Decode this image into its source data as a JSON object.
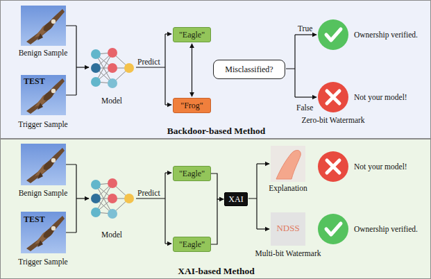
{
  "diagram": {
    "nodes": [
      {
        "text": [
          "Backdoor-based Method"
        ]
      },
      {
        "text": [
          "\"Eagle\""
        ],
        "in": 0
      },
      {
        "text": [
          "\"Frog\""
        ],
        "in": 0
      },
      {
        "text": [
          "Misclassified?"
        ],
        "in": 0
      },
      {
        "text": [
          "XAI-based Method"
        ]
      },
      {
        "text": [
          "\"Eagle\""
        ],
        "in": 4
      },
      {
        "text": [
          "\"Eagle\""
        ],
        "in": 4
      },
      {
        "text": [
          "XAI"
        ],
        "in": 4
      }
    ],
    "edges": [
      {
        "from": 1,
        "to": 2,
        "arrow": "both"
      },
      {
        "from": 5,
        "to": 7,
        "arrow": "to"
      },
      {
        "from": 6,
        "to": 7,
        "arrow": "to"
      }
    ],
    "labels": [
      "Benign Sample",
      "Trigger Sample",
      "TEST",
      "Model",
      "Predict",
      "True",
      "False",
      "Ownership verified.",
      "Not your model!",
      "Zero-bit Watermark",
      "Benign Sample",
      "Trigger Sample",
      "TEST",
      "Model",
      "Predict",
      "Explanation",
      "Not your model!",
      "NDSS",
      "Ownership verified.",
      "Multi-bit Watermark"
    ]
  }
}
